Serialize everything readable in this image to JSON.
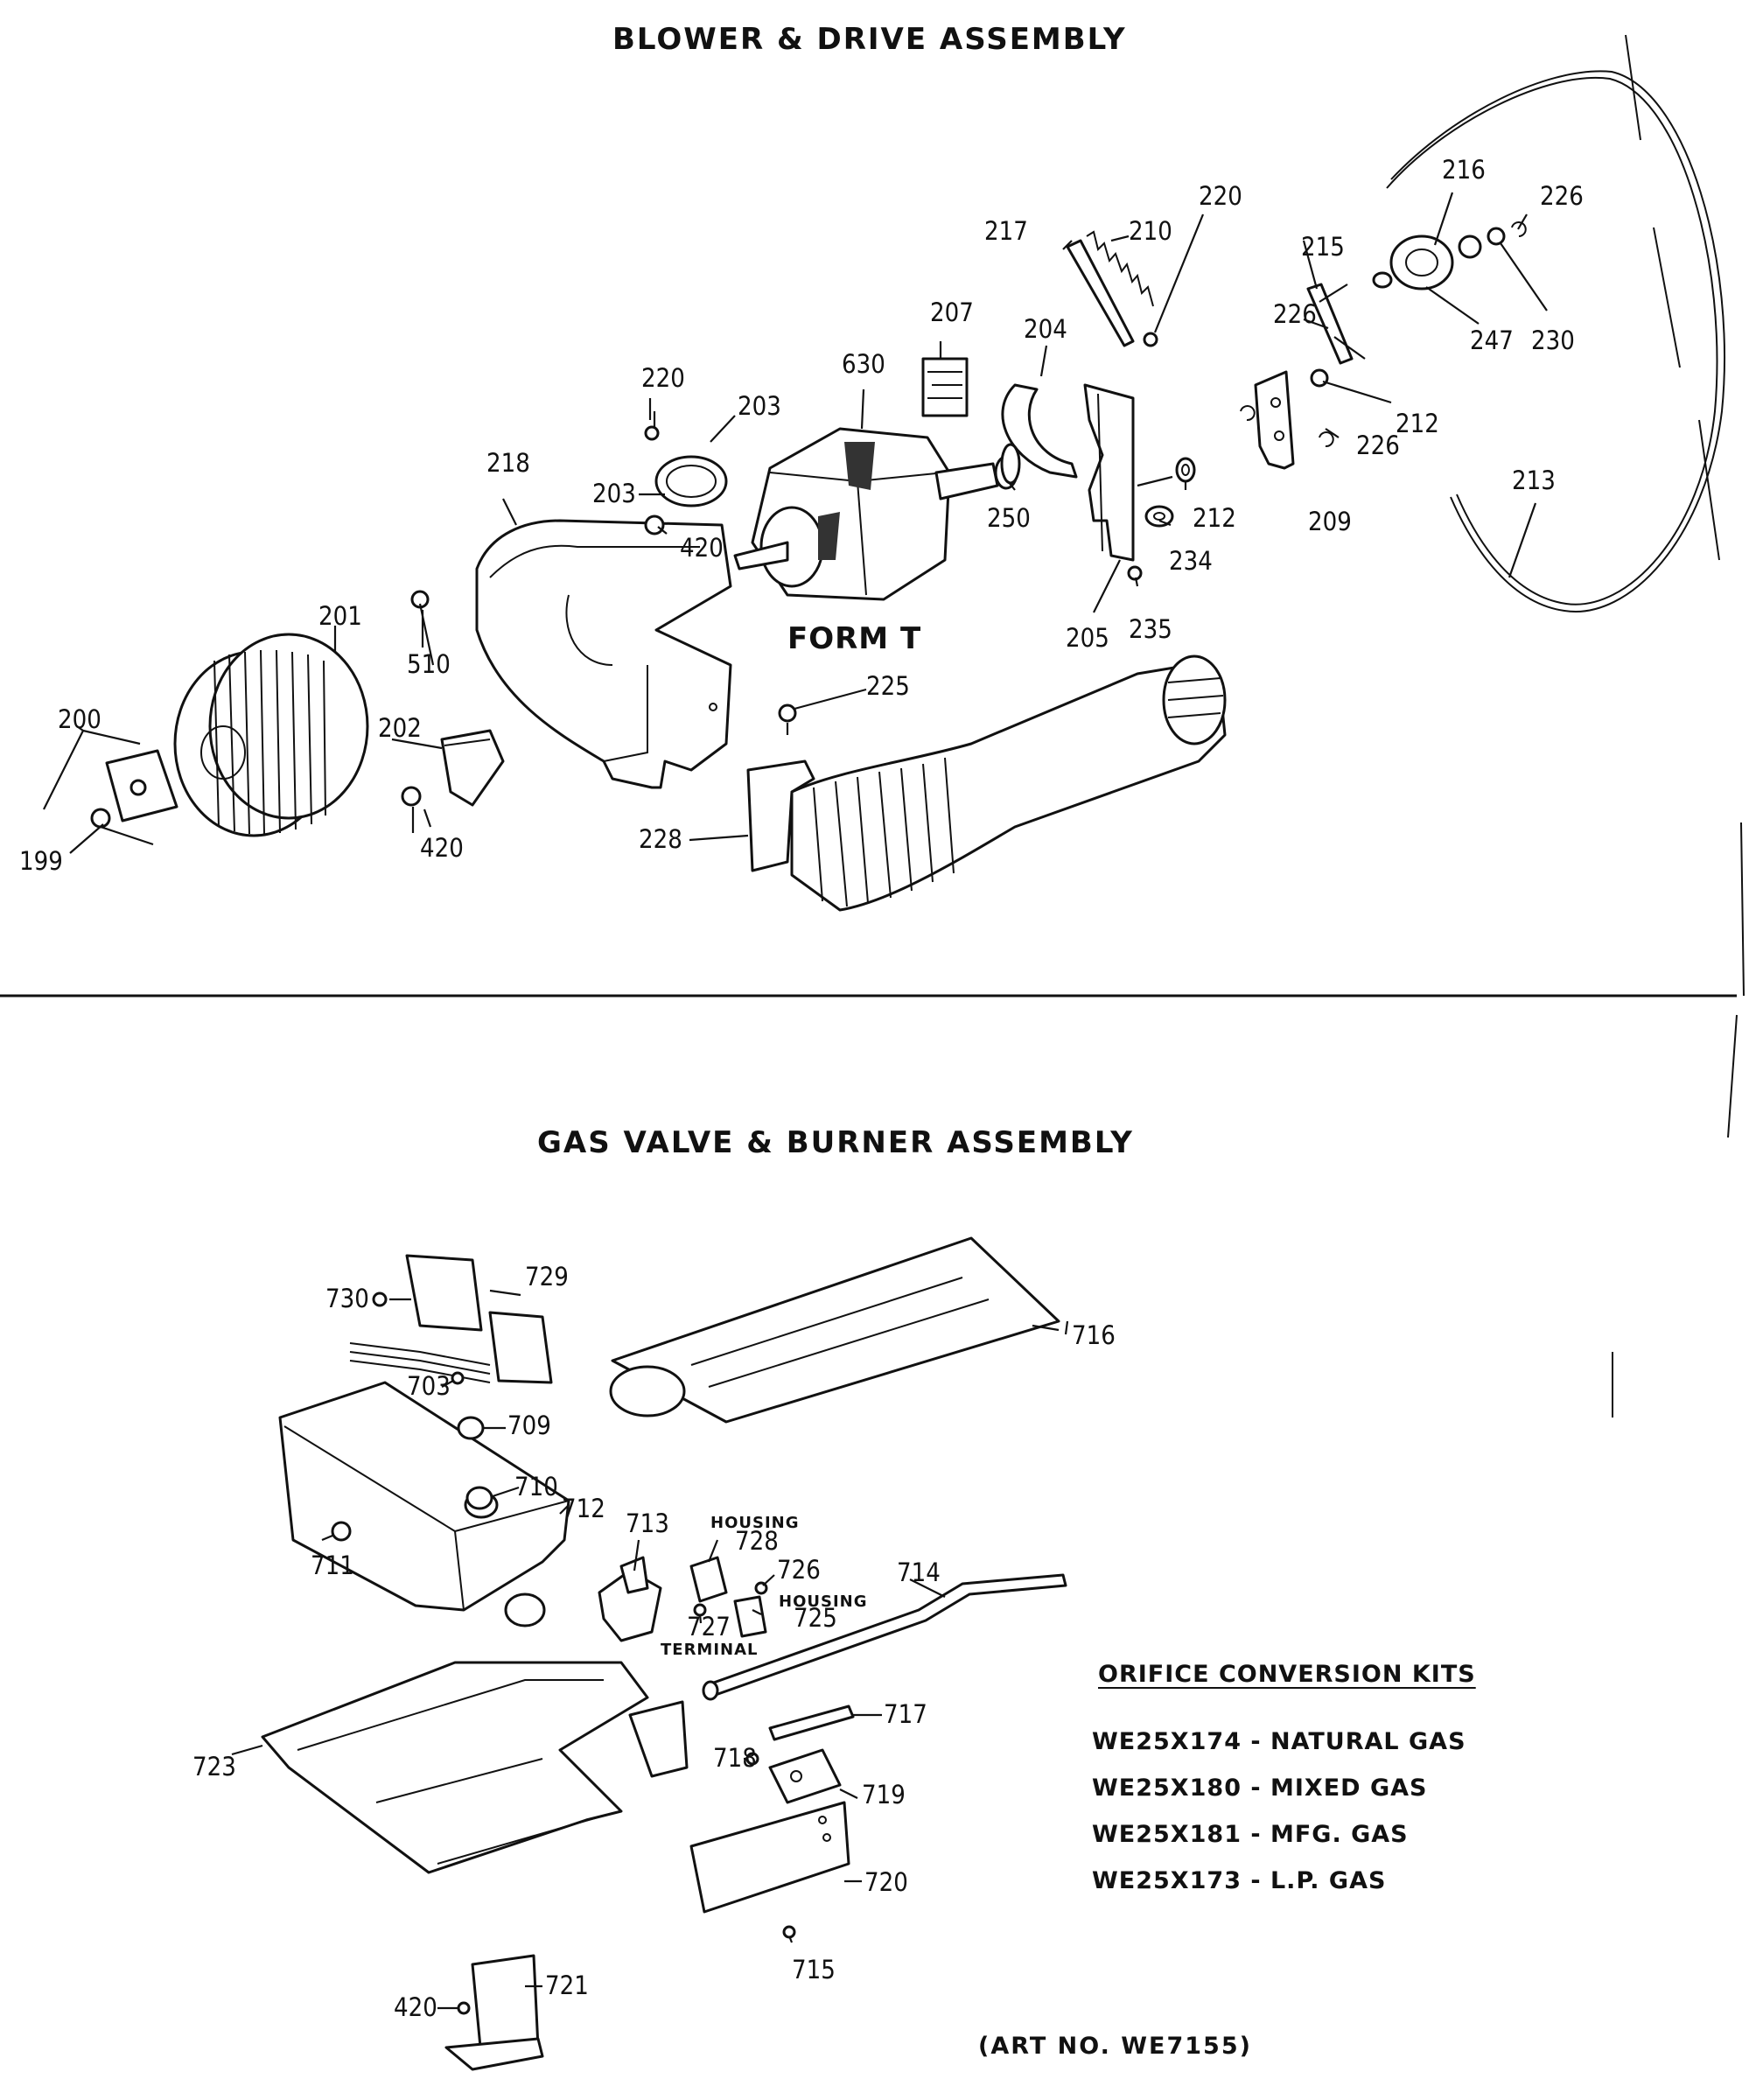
{
  "sections": {
    "blower_title": "BLOWER & DRIVE ASSEMBLY",
    "gas_title": "GAS VALVE & BURNER ASSEMBLY"
  },
  "form_label": "FORM T",
  "callouts": {
    "c199": "199",
    "c200": "200",
    "c201": "201",
    "c202": "202",
    "c203a": "203",
    "c203b": "203",
    "c204": "204",
    "c205": "205",
    "c207": "207",
    "c209": "209",
    "c210": "210",
    "c212a": "212",
    "c212b": "212",
    "c213": "213",
    "c215": "215",
    "c216": "216",
    "c217": "217",
    "c218": "218",
    "c220a": "220",
    "c220b": "220",
    "c225": "225",
    "c226a": "226",
    "c226b": "226",
    "c226c": "226",
    "c228": "228",
    "c230": "230",
    "c234": "234",
    "c235": "235",
    "c247": "247",
    "c250": "250",
    "c420a": "420",
    "c420b": "420",
    "c420c": "420",
    "c510": "510",
    "c630": "630",
    "c703": "703",
    "c709": "709",
    "c710": "710",
    "c711": "711",
    "c712": "712",
    "c713": "713",
    "c714": "714",
    "c715": "715",
    "c716": "716",
    "c717": "717",
    "c718": "718",
    "c719": "719",
    "c720": "720",
    "c721": "721",
    "c723": "723",
    "c725": "725",
    "c726": "726",
    "c727": "727",
    "c728": "728",
    "c729": "729",
    "c730": "730"
  },
  "small_labels": {
    "housing_1": "HOUSING",
    "housing_2": "HOUSING",
    "terminal": "TERMINAL"
  },
  "orifice_kits": {
    "heading": "ORIFICE CONVERSION KITS",
    "items": [
      "WE25X174 - NATURAL GAS",
      "WE25X180 - MIXED GAS",
      "WE25X181 - MFG. GAS",
      "WE25X173 - L.P. GAS"
    ]
  },
  "art_number": "(ART NO. WE7155)"
}
